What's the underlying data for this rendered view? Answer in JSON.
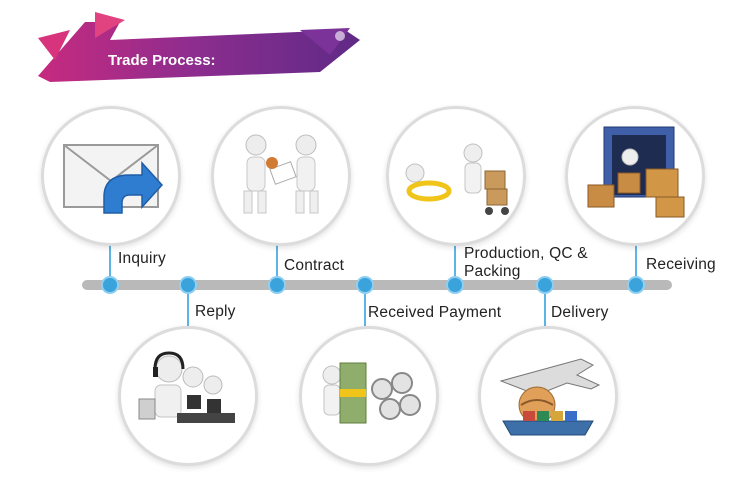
{
  "banner": {
    "title": "Trade Process:"
  },
  "steps": [
    {
      "label": "Inquiry",
      "image": "envelope-reply-icon"
    },
    {
      "label": "Reply",
      "image": "call-center-icon"
    },
    {
      "label": "Contract",
      "image": "handshake-contract-icon"
    },
    {
      "label": "Received Payment",
      "image": "money-gears-icon"
    },
    {
      "label": "Production, QC &",
      "label2": "Packing",
      "image": "ring-boxes-icon"
    },
    {
      "label": "Delivery",
      "image": "plane-ship-globe-icon"
    },
    {
      "label": "Receiving",
      "image": "container-boxes-icon"
    }
  ],
  "colors": {
    "banner_purple": "#6e2a8e",
    "banner_pink": "#c02d86",
    "timeline": "#b9b9b9",
    "dot": "#3aa3dc"
  }
}
